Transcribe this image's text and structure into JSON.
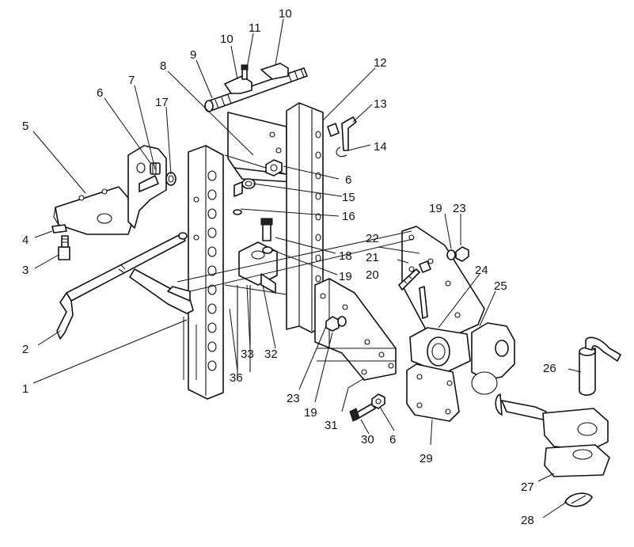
{
  "diagram": {
    "callouts": [
      {
        "id": "c1",
        "text": "1"
      },
      {
        "id": "c2",
        "text": "2"
      },
      {
        "id": "c3",
        "text": "3"
      },
      {
        "id": "c4",
        "text": "4"
      },
      {
        "id": "c5",
        "text": "5"
      },
      {
        "id": "c6a",
        "text": "6"
      },
      {
        "id": "c6b",
        "text": "6"
      },
      {
        "id": "c6c",
        "text": "6"
      },
      {
        "id": "c7",
        "text": "7"
      },
      {
        "id": "c8",
        "text": "8"
      },
      {
        "id": "c9",
        "text": "9"
      },
      {
        "id": "c10a",
        "text": "10"
      },
      {
        "id": "c10b",
        "text": "10"
      },
      {
        "id": "c11",
        "text": "11"
      },
      {
        "id": "c12",
        "text": "12"
      },
      {
        "id": "c13",
        "text": "13"
      },
      {
        "id": "c14",
        "text": "14"
      },
      {
        "id": "c15",
        "text": "15"
      },
      {
        "id": "c16",
        "text": "16"
      },
      {
        "id": "c17",
        "text": "17"
      },
      {
        "id": "c18",
        "text": "18"
      },
      {
        "id": "c19a",
        "text": "19"
      },
      {
        "id": "c19b",
        "text": "19"
      },
      {
        "id": "c19c",
        "text": "19"
      },
      {
        "id": "c20",
        "text": "20"
      },
      {
        "id": "c21",
        "text": "21"
      },
      {
        "id": "c22",
        "text": "22"
      },
      {
        "id": "c23a",
        "text": "23"
      },
      {
        "id": "c23b",
        "text": "23"
      },
      {
        "id": "c24",
        "text": "24"
      },
      {
        "id": "c25",
        "text": "25"
      },
      {
        "id": "c26",
        "text": "26"
      },
      {
        "id": "c27",
        "text": "27"
      },
      {
        "id": "c28",
        "text": "28"
      },
      {
        "id": "c29",
        "text": "29"
      },
      {
        "id": "c30",
        "text": "30"
      },
      {
        "id": "c31",
        "text": "31"
      },
      {
        "id": "c32",
        "text": "32"
      },
      {
        "id": "c33",
        "text": "33"
      },
      {
        "id": "c36",
        "text": "36"
      }
    ]
  }
}
